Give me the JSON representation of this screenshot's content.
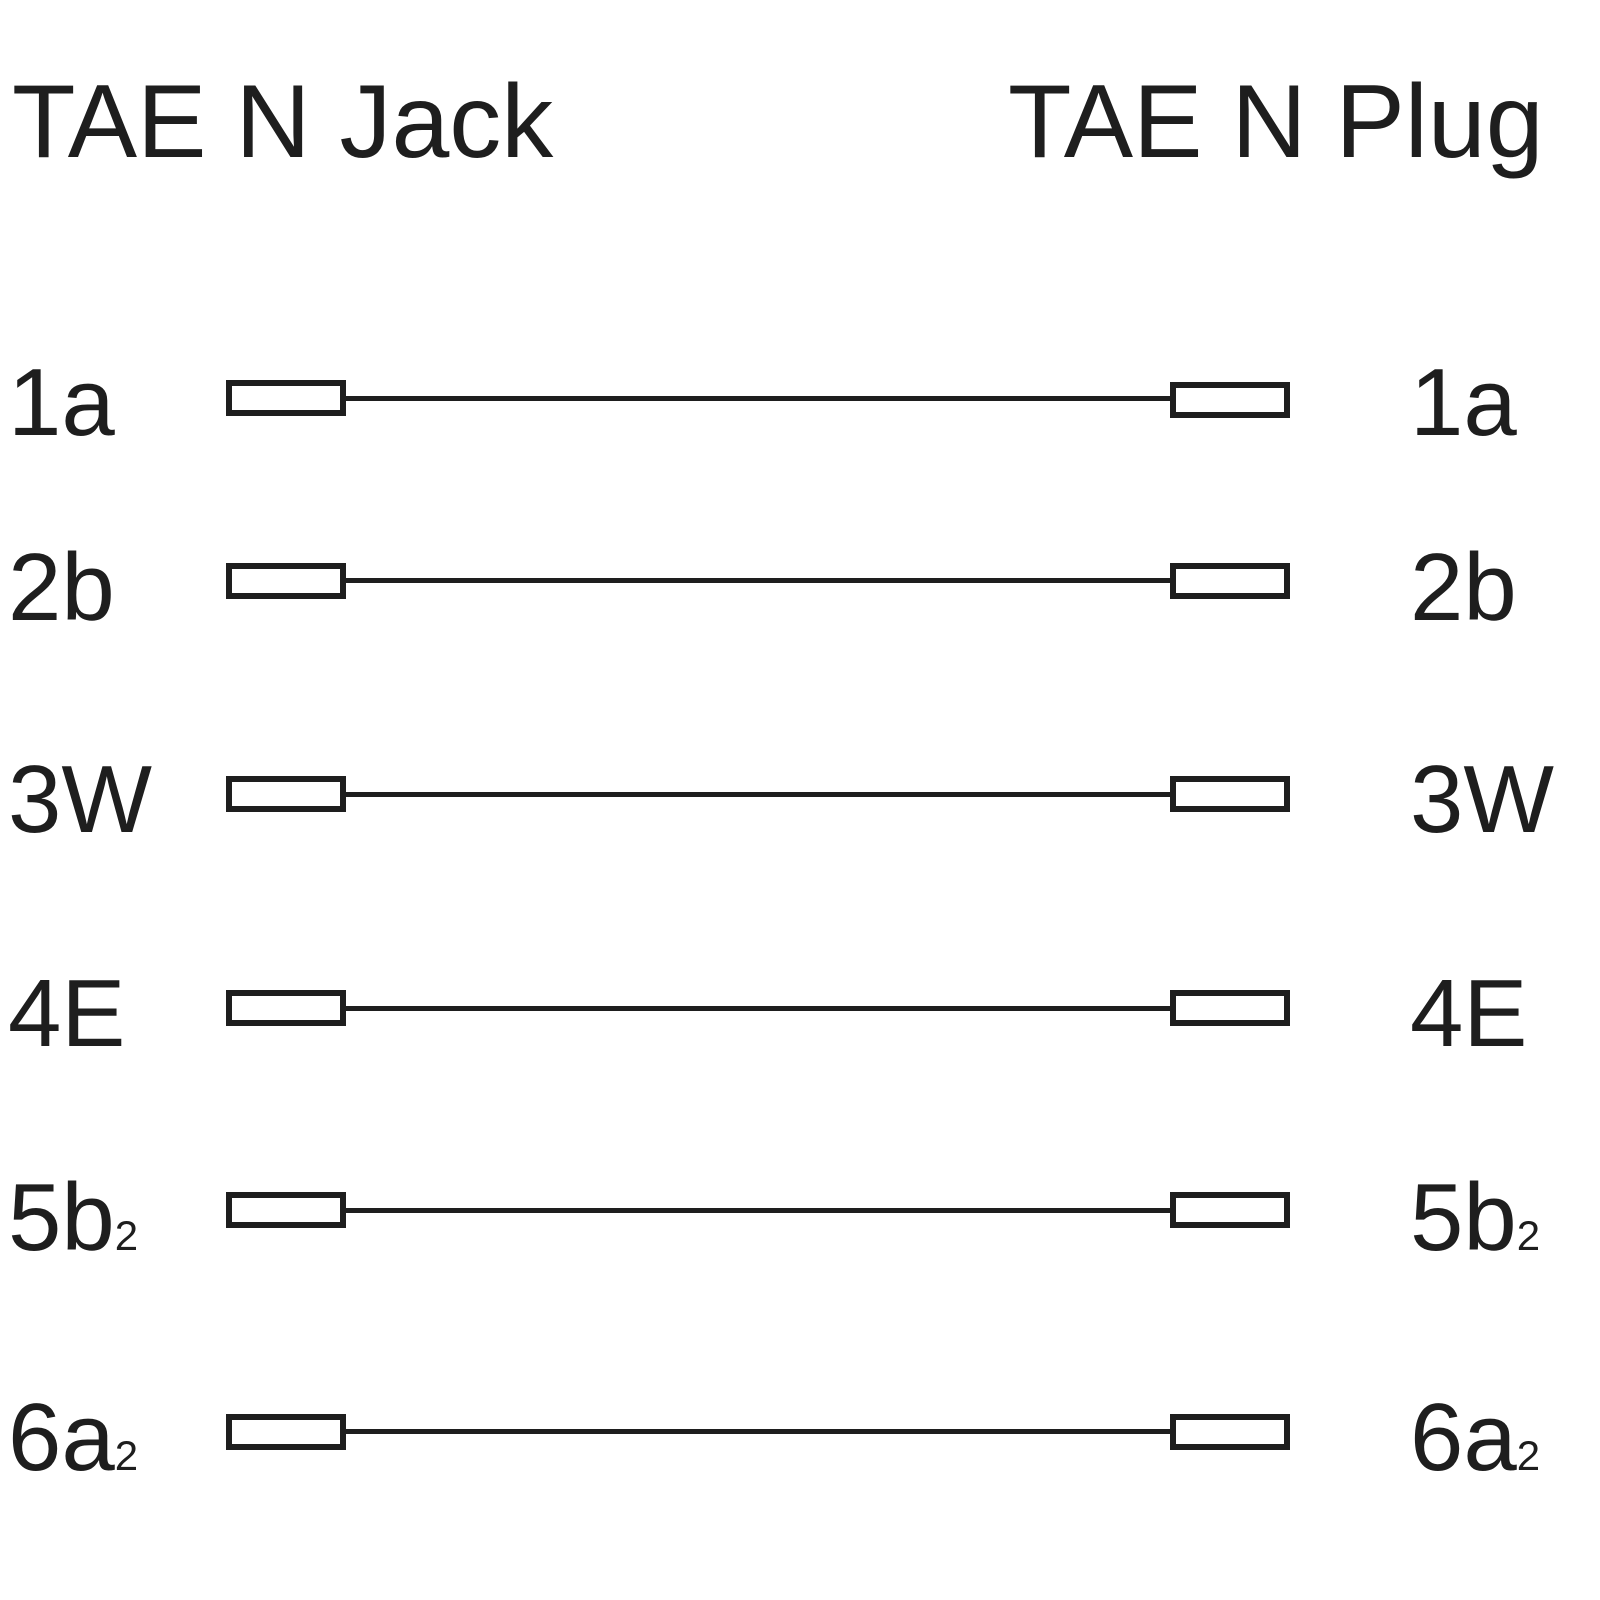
{
  "diagram": {
    "left_title": "TAE N Jack",
    "right_title": "TAE N Plug",
    "connections": [
      {
        "left": {
          "main": "1a",
          "sub": ""
        },
        "right": {
          "main": "1a",
          "sub": ""
        }
      },
      {
        "left": {
          "main": "2b",
          "sub": ""
        },
        "right": {
          "main": "2b",
          "sub": ""
        }
      },
      {
        "left": {
          "main": "3W",
          "sub": ""
        },
        "right": {
          "main": "3W",
          "sub": ""
        }
      },
      {
        "left": {
          "main": "4E",
          "sub": ""
        },
        "right": {
          "main": "4E",
          "sub": ""
        }
      },
      {
        "left": {
          "main": "5b",
          "sub": "2"
        },
        "right": {
          "main": "5b",
          "sub": "2"
        }
      },
      {
        "left": {
          "main": "6a",
          "sub": "2"
        },
        "right": {
          "main": "6a",
          "sub": "2"
        }
      }
    ],
    "line_color": "#1e1e1e",
    "background": "#ffffff"
  }
}
